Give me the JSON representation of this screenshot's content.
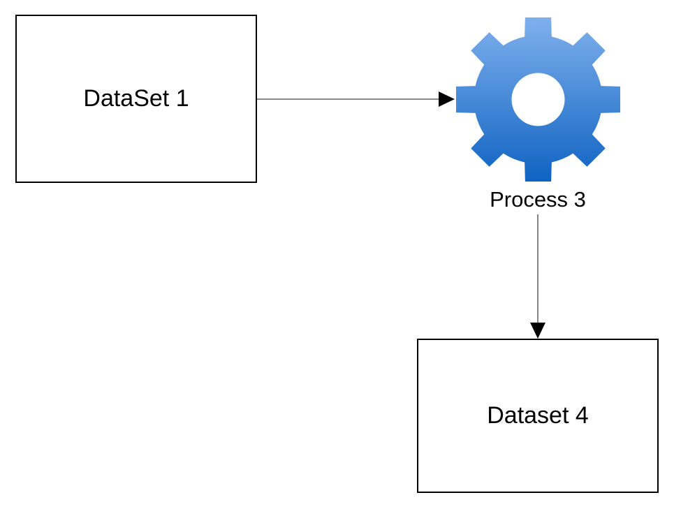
{
  "nodes": {
    "dataset_1": {
      "label": "DataSet 1"
    },
    "process_3": {
      "label": "Process 3",
      "icon": "gear-icon"
    },
    "dataset_4": {
      "label": "Dataset 4"
    }
  },
  "edges": [
    {
      "from": "DataSet 1",
      "to": "Process 3"
    },
    {
      "from": "Process 3",
      "to": "Dataset 4"
    }
  ],
  "colors": {
    "gear_top": "#7fb0ec",
    "gear_bottom": "#0f63c2",
    "stroke": "#000000",
    "edge": "#444444"
  }
}
